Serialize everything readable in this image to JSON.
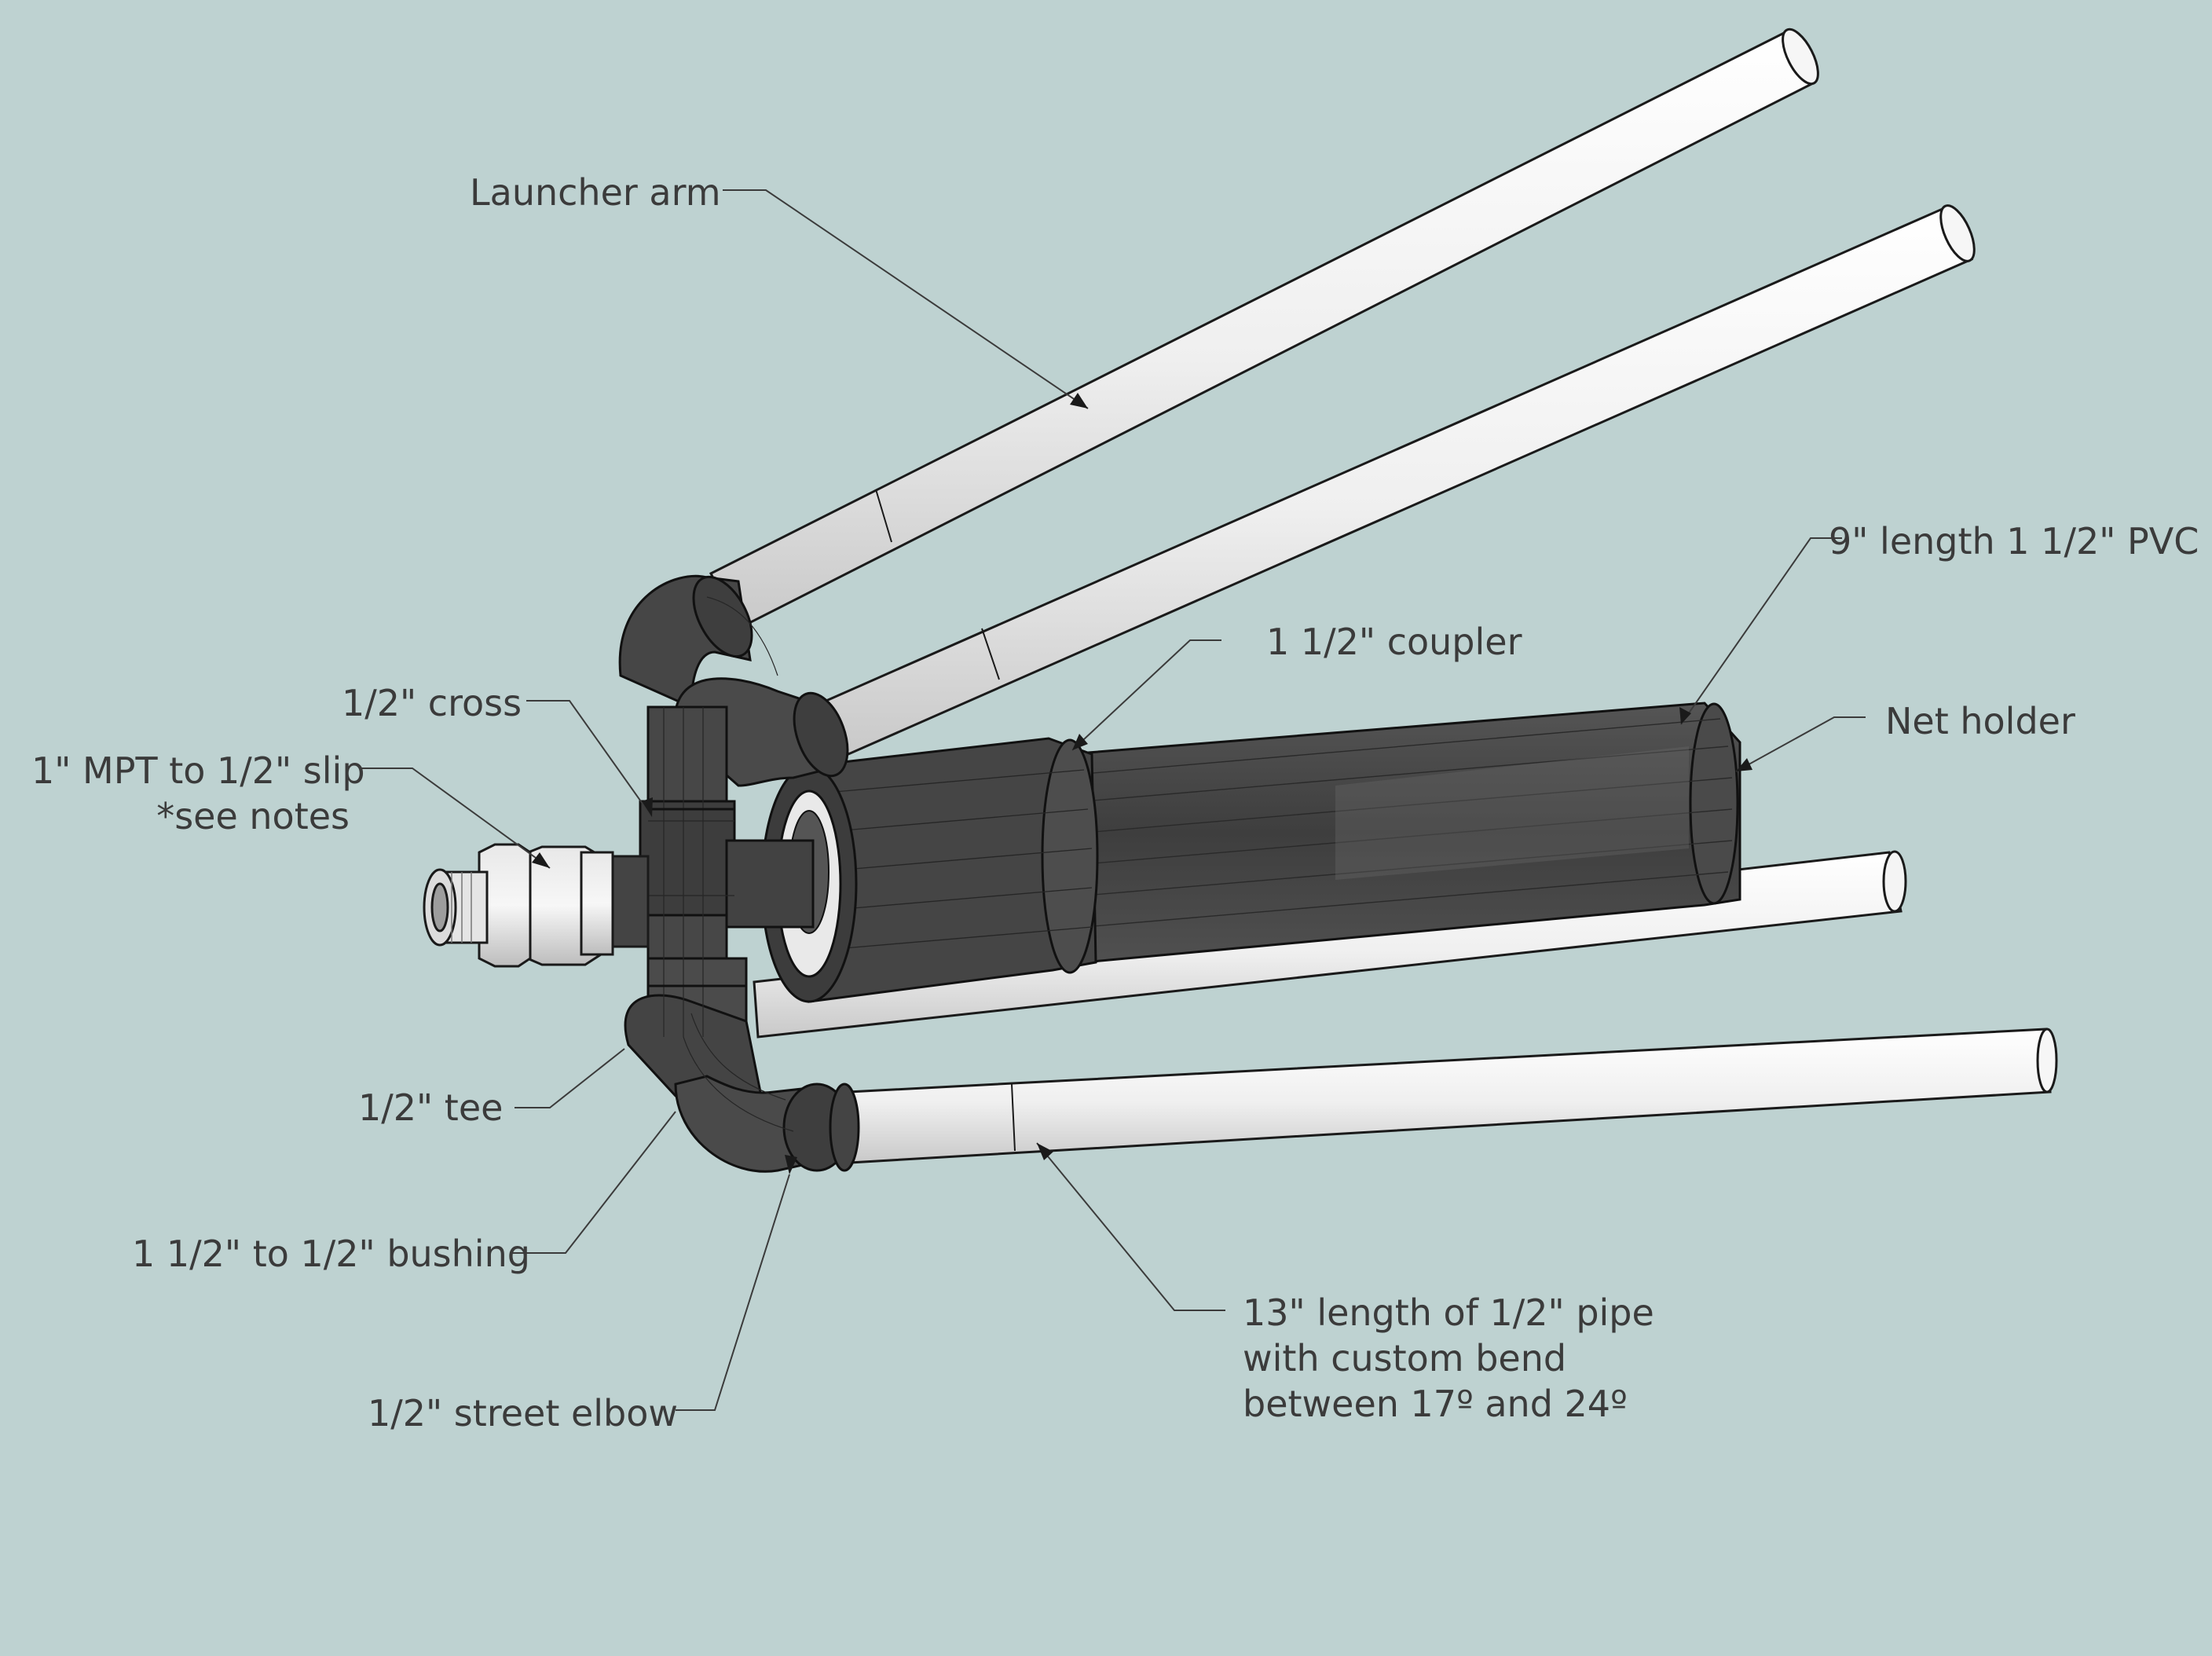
{
  "background_color": "#bed2d1",
  "pipe_color": "#f2f2f2",
  "fitting_color": "#4a4a4a",
  "labels": {
    "launcher_arm": "Launcher arm",
    "pvc_length": "9\" length 1 1/2\" PVC",
    "coupler": "1 1/2\" coupler",
    "net_holder": "Net holder",
    "cross": "1/2\" cross",
    "mpt_slip_1": "1\" MPT to 1/2\" slip",
    "mpt_slip_2": "*see notes",
    "tee": "1/2\" tee",
    "bushing": "1 1/2\" to 1/2\" bushing",
    "street_elbow": "1/2\" street elbow",
    "pipe_1": "13\" length of 1/2\" pipe",
    "pipe_2": "with custom bend",
    "pipe_3": "between 17º and 24º"
  }
}
